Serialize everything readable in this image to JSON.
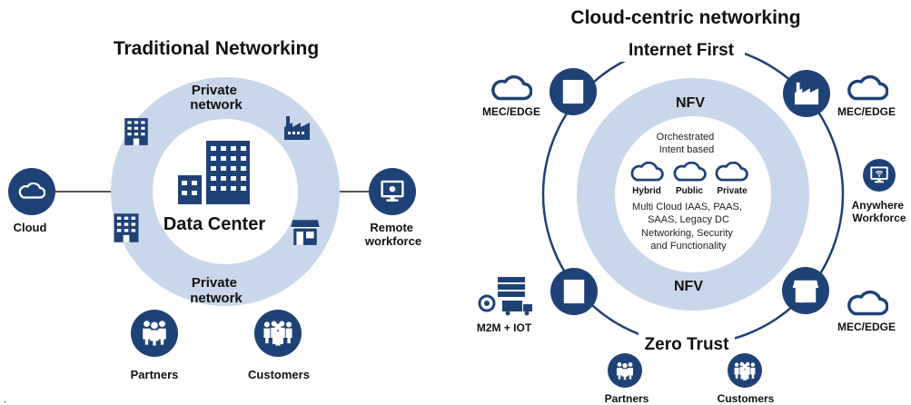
{
  "colors": {
    "navy": "#1f4276",
    "ring": "#c9d7ea",
    "line": "#555555",
    "text": "#111111"
  },
  "left": {
    "title": "Traditional Networking",
    "private_top": [
      "Private",
      "network"
    ],
    "private_bottom": [
      "Private",
      "network"
    ],
    "center_label": "Data Center",
    "cloud_label": "Cloud",
    "remote_label": [
      "Remote",
      "workforce"
    ],
    "partners_label": "Partners",
    "customers_label": "Customers",
    "icons": [
      "building-icon",
      "factory-icon",
      "building-icon",
      "storefront-icon",
      "cloud-icon",
      "monitor-gear-icon",
      "people-group-icon"
    ]
  },
  "right": {
    "title": "Cloud-centric networking",
    "top_label": "Internet First",
    "bottom_label": "Zero Trust",
    "nfv_top": "NFV",
    "nfv_bottom": "NFV",
    "orchestrated": [
      "Orchestrated",
      "Intent based"
    ],
    "cloud_types": [
      "Hybrid",
      "Public",
      "Private"
    ],
    "multi_cloud": [
      "Multi Cloud IAAS, PAAS,",
      "SAAS, Legacy DC"
    ],
    "networking": [
      "Networking, Security",
      "and Functionality"
    ],
    "mec_top_left": "MEC/EDGE",
    "mec_top_right": "MEC/EDGE",
    "mec_bottom_right": "MEC/EDGE",
    "anywhere": [
      "Anywhere",
      "Workforce"
    ],
    "m2m": "M2M + IOT",
    "partners_label": "Partners",
    "customers_label": "Customers"
  },
  "footnote": "."
}
